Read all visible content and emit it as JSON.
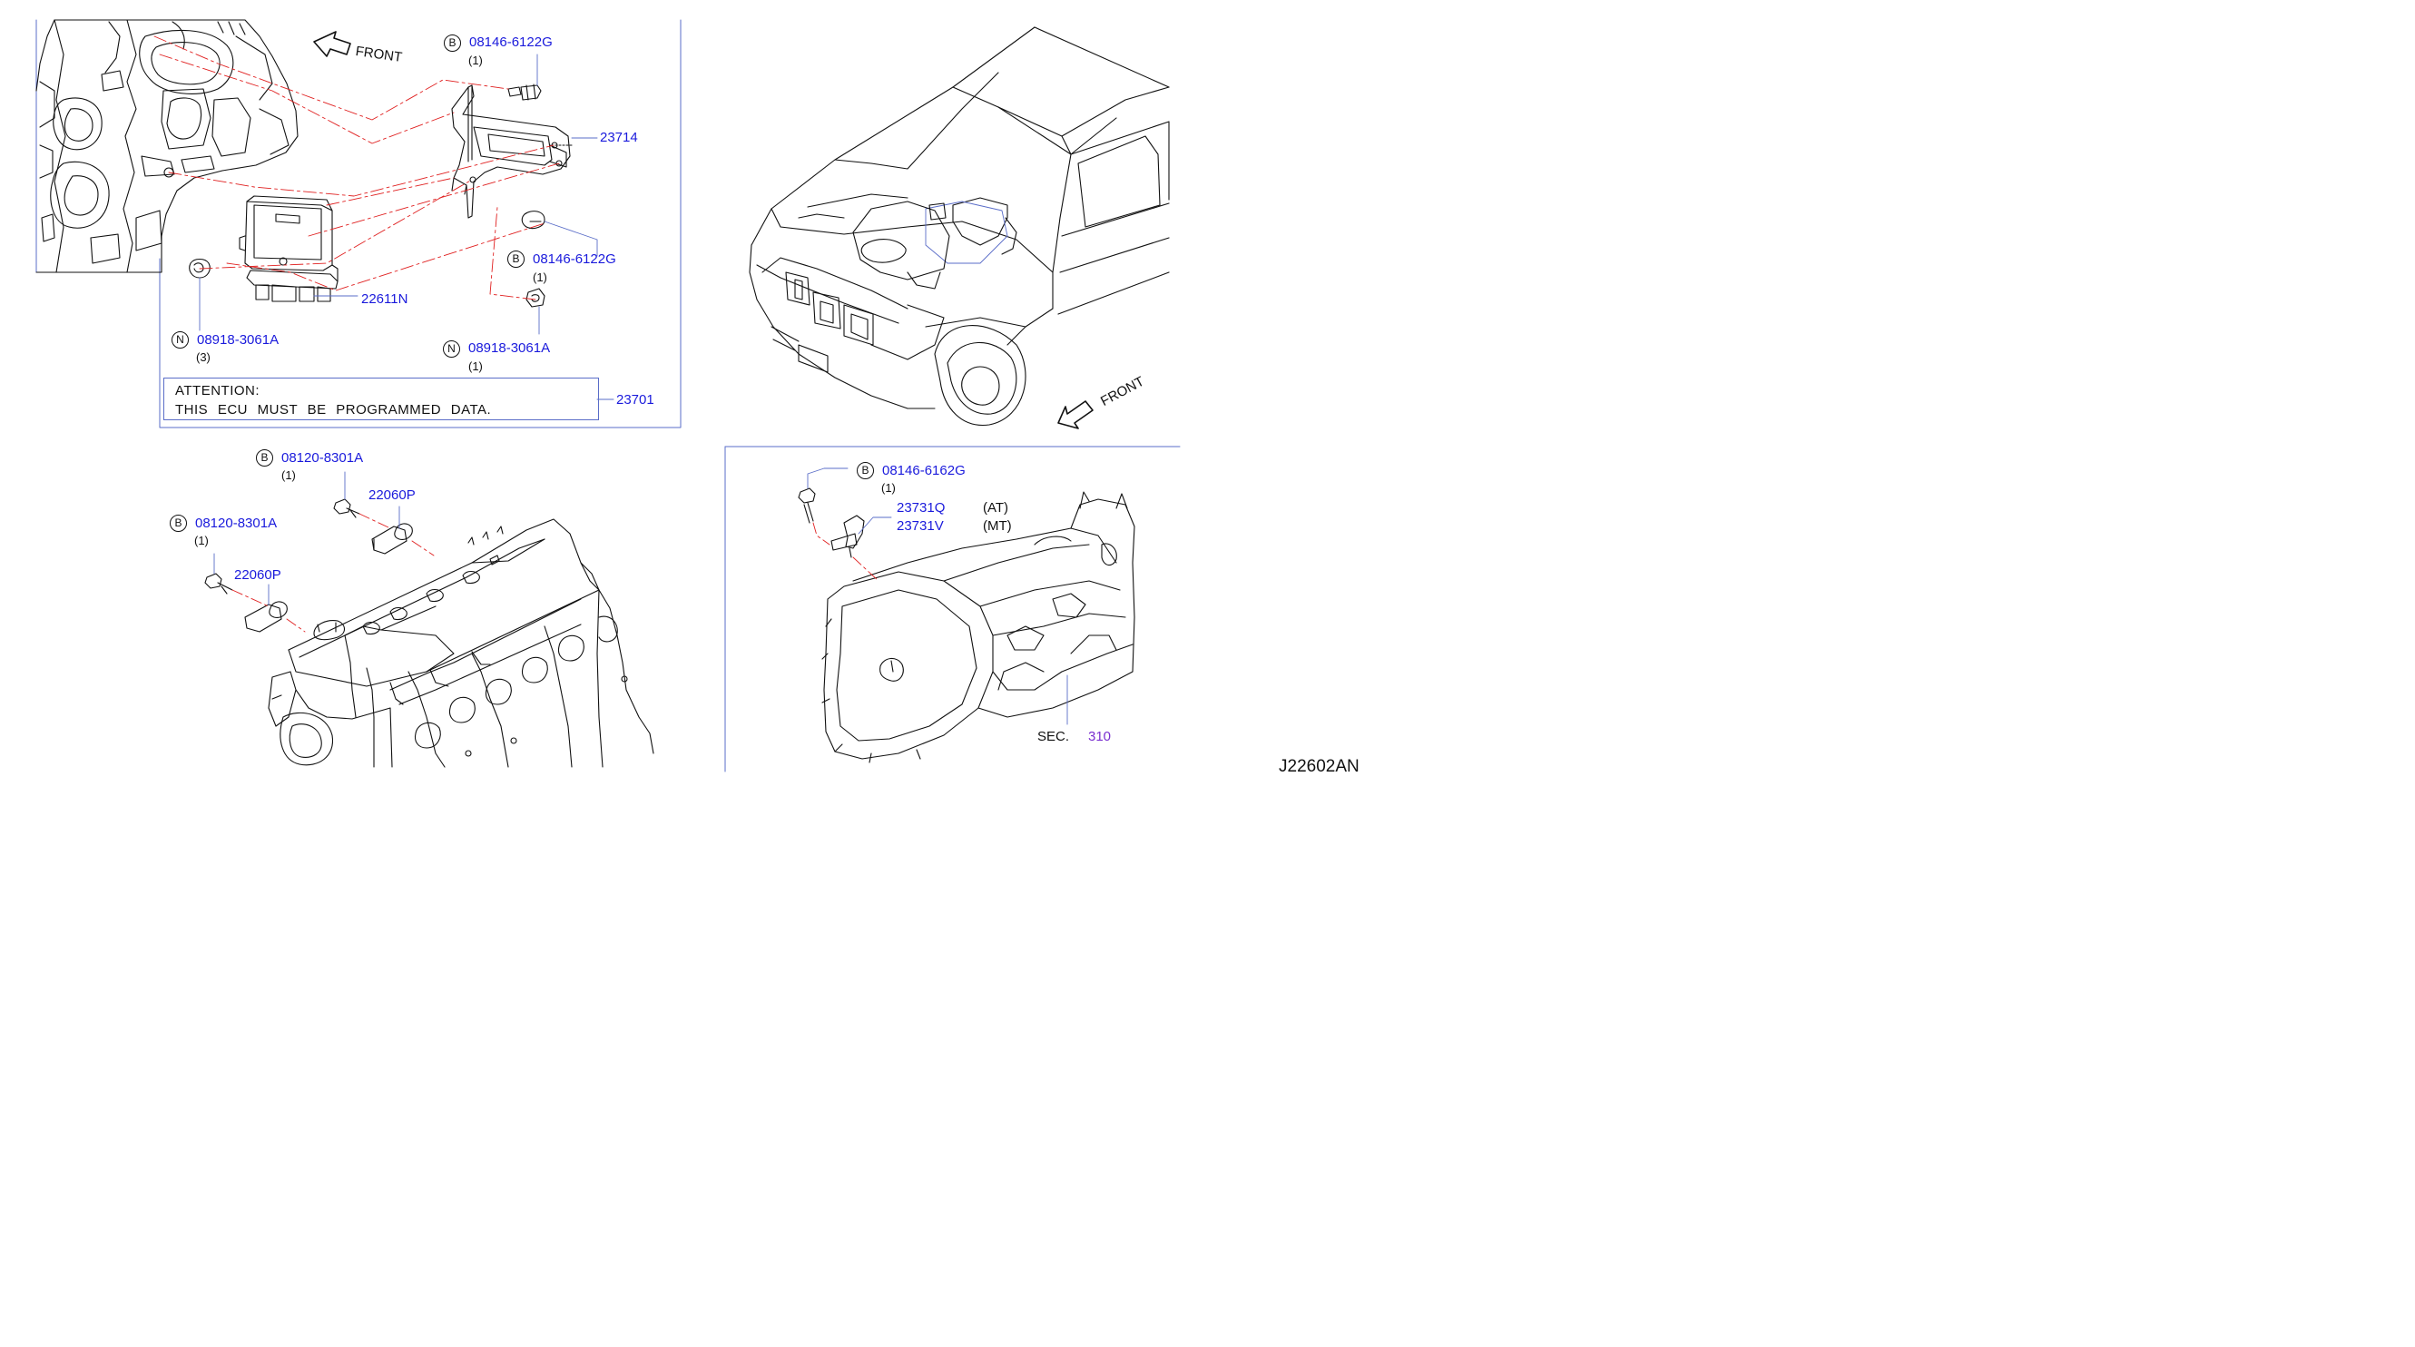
{
  "diagram_id": "J22602AN",
  "front_labels": [
    "FRONT",
    "FRONT"
  ],
  "attention": {
    "line1": "ATTENTION:",
    "line2": "THIS ECU MUST BE PROGRAMMED DATA.",
    "part_number": "23701"
  },
  "callouts": {
    "bolt_b_top": {
      "symbol": "B",
      "part": "08146-6122G",
      "qty": "(1)"
    },
    "bracket": {
      "part": "23714"
    },
    "bolt_b_mid": {
      "symbol": "B",
      "part": "08146-6122G",
      "qty": "(1)"
    },
    "ecu": {
      "part": "22611N"
    },
    "nut_n_left": {
      "symbol": "N",
      "part": "08918-3061A",
      "qty": "(3)"
    },
    "nut_n_right": {
      "symbol": "N",
      "part": "08918-3061A",
      "qty": "(1)"
    },
    "bolt_b_engine_upper": {
      "symbol": "B",
      "part": "08120-8301A",
      "qty": "(1)"
    },
    "knock_sensor_upper": {
      "part": "22060P"
    },
    "bolt_b_engine_lower": {
      "symbol": "B",
      "part": "08120-8301A",
      "qty": "(1)"
    },
    "knock_sensor_lower": {
      "part": "22060P"
    },
    "bolt_b_trans": {
      "symbol": "B",
      "part": "08146-6162G",
      "qty": "(1)"
    },
    "sensor_at": {
      "part": "23731Q",
      "variant": "(AT)"
    },
    "sensor_mt": {
      "part": "23731V",
      "variant": "(MT)"
    },
    "section": {
      "prefix": "SEC.",
      "number": "310"
    }
  },
  "colors": {
    "part_number": "#1a1adc",
    "section_number": "#7a2fd0",
    "leader": "#5a6dc8",
    "phantom": "#e02020",
    "drawing": "#111111"
  }
}
